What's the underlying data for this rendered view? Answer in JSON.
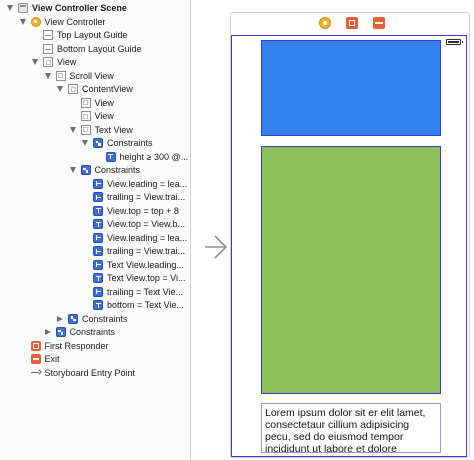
{
  "outline": {
    "rows": [
      {
        "label": "View Controller Scene",
        "icon": "scene-icon",
        "disclosure": "open",
        "bold": true
      },
      {
        "label": "View Controller",
        "icon": "view-controller-icon",
        "disclosure": "open",
        "bold": false
      },
      {
        "label": "Top Layout Guide",
        "icon": "layout-guide-icon",
        "disclosure": "",
        "bold": false
      },
      {
        "label": "Bottom Layout Guide",
        "icon": "layout-guide-icon",
        "disclosure": "",
        "bold": false
      },
      {
        "label": "View",
        "icon": "view-icon",
        "disclosure": "open",
        "bold": false
      },
      {
        "label": "Scroll View",
        "icon": "view-icon",
        "disclosure": "open",
        "bold": false
      },
      {
        "label": "ContentView",
        "icon": "view-icon",
        "disclosure": "open",
        "bold": false
      },
      {
        "label": "View",
        "icon": "view-icon",
        "disclosure": "",
        "bold": false
      },
      {
        "label": "View",
        "icon": "view-icon",
        "disclosure": "",
        "bold": false
      },
      {
        "label": "Text View",
        "icon": "view-icon",
        "disclosure": "open",
        "bold": false
      },
      {
        "label": "Constraints",
        "icon": "constraints-icon",
        "disclosure": "open",
        "bold": false
      },
      {
        "label": "height ≥ 300 @...",
        "icon": "constraint-icon",
        "disclosure": "",
        "bold": false
      },
      {
        "label": "Constraints",
        "icon": "constraints-icon",
        "disclosure": "open",
        "bold": false
      },
      {
        "label": "View.leading = lea...",
        "icon": "constraint-icon",
        "disclosure": "",
        "bold": false
      },
      {
        "label": "trailing = View.trai...",
        "icon": "constraint-icon",
        "disclosure": "",
        "bold": false
      },
      {
        "label": "View.top = top + 8",
        "icon": "constraint-icon",
        "disclosure": "",
        "bold": false
      },
      {
        "label": "View.top = View.b...",
        "icon": "constraint-icon",
        "disclosure": "",
        "bold": false
      },
      {
        "label": "View.leading = lea...",
        "icon": "constraint-icon",
        "disclosure": "",
        "bold": false
      },
      {
        "label": "trailing = View.trai...",
        "icon": "constraint-icon",
        "disclosure": "",
        "bold": false
      },
      {
        "label": "Text View.leading...",
        "icon": "constraint-icon",
        "disclosure": "",
        "bold": false
      },
      {
        "label": "Text View.top = Vi...",
        "icon": "constraint-icon",
        "disclosure": "",
        "bold": false
      },
      {
        "label": "trailing = Text Vie...",
        "icon": "constraint-icon",
        "disclosure": "",
        "bold": false
      },
      {
        "label": "bottom = Text Vie...",
        "icon": "constraint-icon",
        "disclosure": "",
        "bold": false
      },
      {
        "label": "Constraints",
        "icon": "constraints-icon",
        "disclosure": "closed",
        "bold": false
      },
      {
        "label": "Constraints",
        "icon": "constraints-icon",
        "disclosure": "closed",
        "bold": false
      },
      {
        "label": "First Responder",
        "icon": "first-responder-icon",
        "disclosure": "",
        "bold": false
      },
      {
        "label": "Exit",
        "icon": "exit-icon",
        "disclosure": "",
        "bold": false
      },
      {
        "label": "Storyboard Entry Point",
        "icon": "entry-point-icon",
        "disclosure": "",
        "bold": false
      }
    ]
  },
  "canvas": {
    "dock_icons": [
      "view-controller-icon",
      "first-responder-icon",
      "exit-icon"
    ],
    "colors": {
      "blue_view": "#3381ee",
      "green_view": "#8cc056",
      "selection": "#3a3ad6"
    },
    "text_view": {
      "content": "Lorem ipsum dolor sit er elit lamet, consectetaur cillium adipisicing pecu, sed do eiusmod tempor incididunt ut labore et dolore"
    }
  }
}
